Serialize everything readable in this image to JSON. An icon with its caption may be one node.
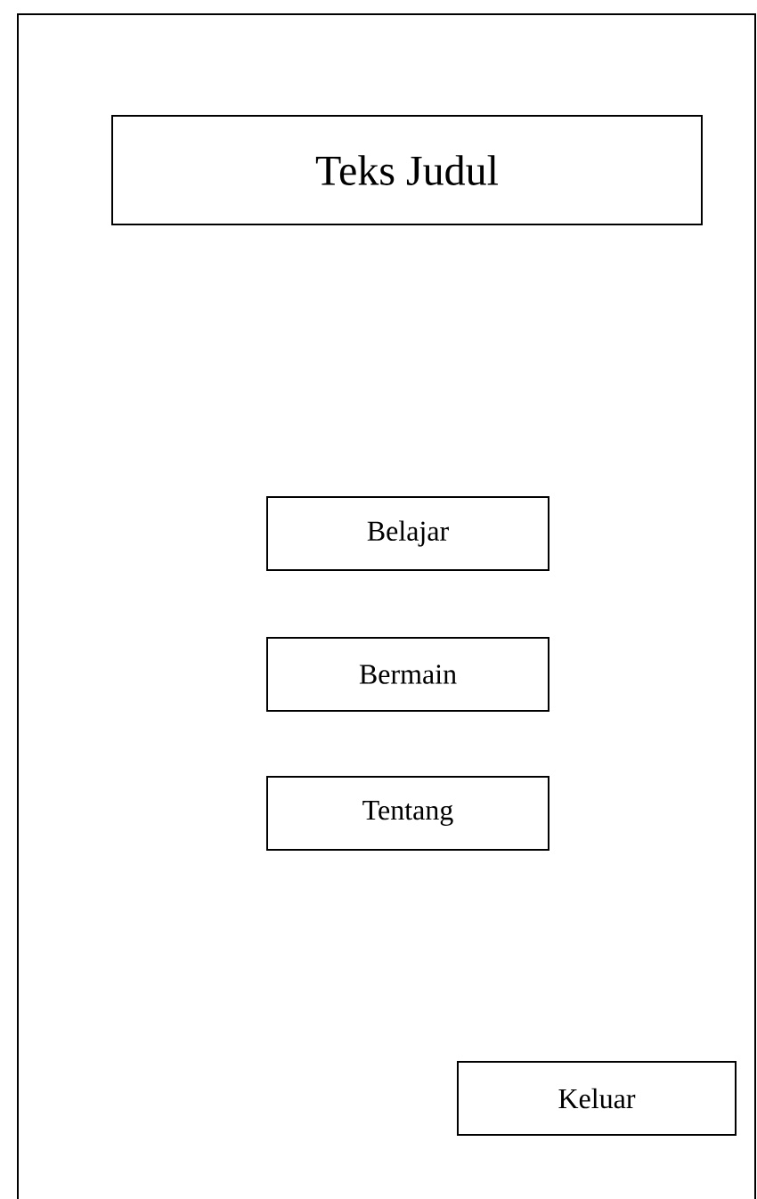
{
  "diagram": {
    "nodes": [
      {
        "text": [],
        "shape": "box"
      },
      {
        "text": [
          "Teks Judul"
        ],
        "in": 0
      },
      {
        "text": [
          "Belajar"
        ],
        "in": 0
      },
      {
        "text": [
          "Bermain"
        ],
        "in": 0
      },
      {
        "text": [
          "Tentang"
        ],
        "in": 0
      },
      {
        "text": [
          "Keluar"
        ],
        "in": 0
      }
    ]
  }
}
